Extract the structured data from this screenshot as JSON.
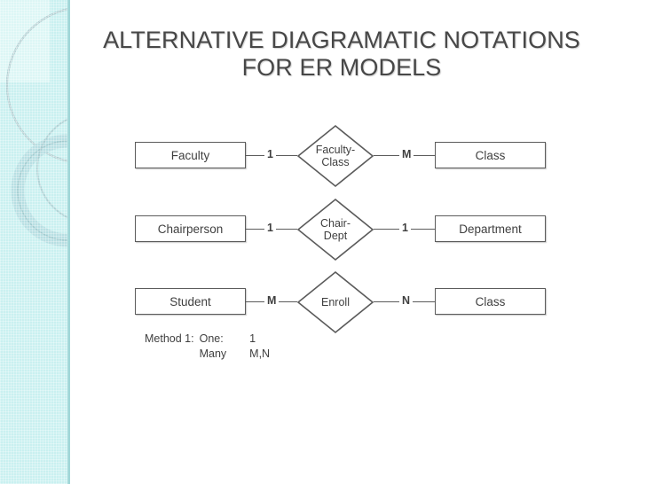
{
  "slide": {
    "background_color": "#ffffff",
    "sidebar": {
      "name": "decorative-sidebar",
      "color": "#c9f0f0",
      "accent_color": "#a8dcdc"
    },
    "title": {
      "line1": "ALTERNATIVE DIAGRAMATIC NOTATIONS",
      "line2": "FOR ER MODELS",
      "color": "#474747"
    }
  },
  "chart_data": {
    "type": "diagram",
    "notation": "Chen ER notation",
    "title": "ALTERNATIVE DIAGRAMATIC NOTATIONS FOR ER MODELS",
    "rows": [
      {
        "left_entity": "Faculty",
        "relationship_line1": "Faculty-",
        "relationship_line2": "Class",
        "left_cardinality": "1",
        "right_cardinality": "M",
        "right_entity": "Class"
      },
      {
        "left_entity": "Chairperson",
        "relationship_line1": "Chair-",
        "relationship_line2": "Dept",
        "left_cardinality": "1",
        "right_cardinality": "1",
        "right_entity": "Department"
      },
      {
        "left_entity": "Student",
        "relationship_line1": "Enroll",
        "relationship_line2": "",
        "left_cardinality": "M",
        "right_cardinality": "N",
        "right_entity": "Class"
      }
    ]
  },
  "legend": {
    "method_label": "Method 1:",
    "one_label": "One:",
    "one_value": "1",
    "many_label": "Many",
    "many_value": "M,N"
  }
}
